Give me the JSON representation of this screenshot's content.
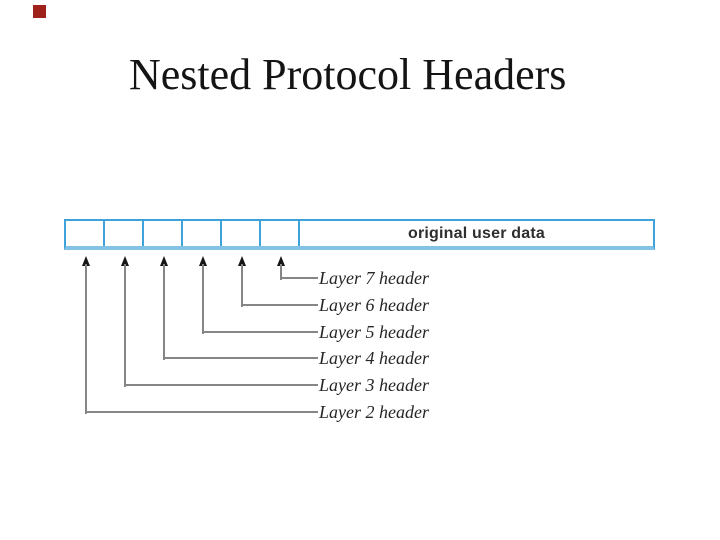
{
  "slide": {
    "title": "Nested Protocol Headers"
  },
  "diagram": {
    "bar": {
      "header_cell_count": 6,
      "data_label": "original user data"
    },
    "layers": [
      {
        "label": "Layer 7 header"
      },
      {
        "label": "Layer 6 header"
      },
      {
        "label": "Layer 5 header"
      },
      {
        "label": "Layer 4 header"
      },
      {
        "label": "Layer 3 header"
      },
      {
        "label": "Layer 2 header"
      }
    ]
  },
  "colors": {
    "bar_border": "#3fa2d9",
    "bar_border_bottom": "#82c2e6",
    "line": "#868686",
    "arrowhead": "#161616",
    "marker": "#9e211b",
    "title_color": "#141414",
    "label_color": "#262626"
  }
}
